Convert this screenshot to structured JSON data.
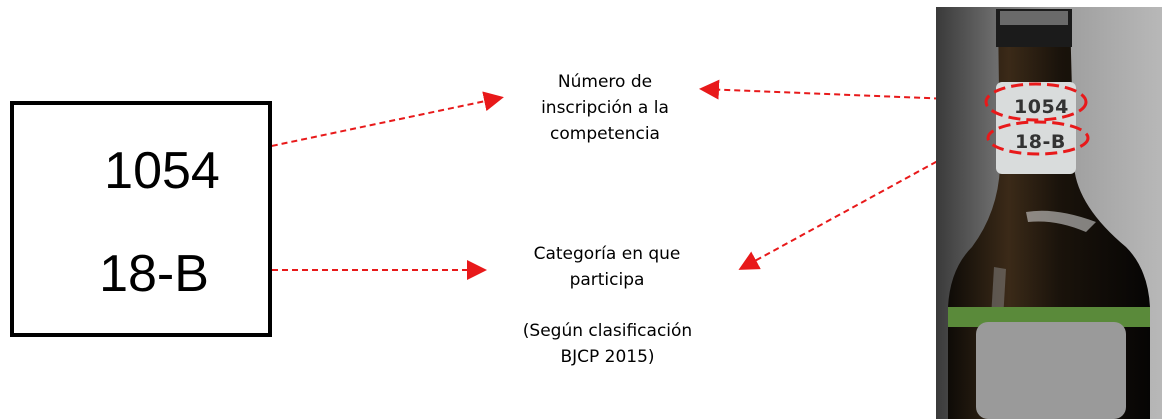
{
  "box": {
    "number": "1054",
    "category": "18-B"
  },
  "captions": {
    "number_line1": "Número de",
    "number_line2": "inscripción a la",
    "number_line3": "competencia",
    "category_line1": "Categoría en que",
    "category_line2": "participa",
    "note_line1": "(Según clasificación",
    "note_line2": "BJCP 2015)"
  },
  "photo": {
    "label_number": "1054",
    "label_category": "18-B"
  },
  "colors": {
    "annotation": "#e8191a",
    "box_border": "#000000",
    "text": "#000000"
  }
}
